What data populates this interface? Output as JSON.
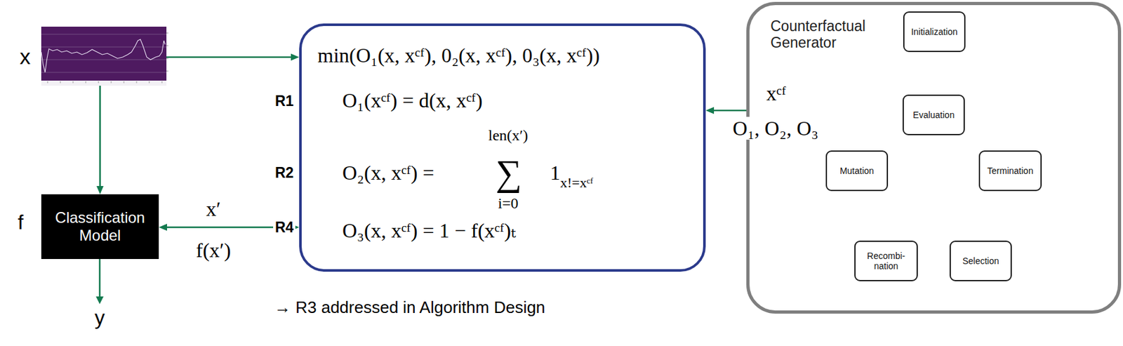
{
  "diagram": {
    "nodes": [
      {
        "text": [
          "x"
        ]
      },
      {
        "text": [
          "f",
          "Classification Model"
        ]
      },
      {
        "text": [
          "min(O₁(x, xᶜᶠ), 0₂(x, xᶜᶠ), 0₃(x, xᶜᶠ))",
          "O₁(xᶜᶠ) = d(x, xᶜᶠ)",
          "O₂(x, xᶜᶠ) =",
          "len(x′)",
          "∑",
          "i=0",
          "1",
          "x!=xᶜᶠ",
          "O₃(x, xᶜᶠ) = 1 − f(xᶜᶠ)ₜ"
        ]
      },
      {
        "text": [
          "Counterfactual Generator"
        ]
      },
      {
        "text": [
          "Initialization"
        ],
        "in": 3
      },
      {
        "text": [
          "Evaluation"
        ],
        "in": 3
      },
      {
        "text": [
          "Mutation"
        ],
        "in": 3
      },
      {
        "text": [
          "Termination"
        ],
        "in": 3
      },
      {
        "text": [
          "Recombi- nation"
        ],
        "in": 3
      },
      {
        "text": [
          "Selection"
        ],
        "in": 3
      }
    ],
    "edges": [
      {
        "from": 0,
        "to": 1,
        "arrow": "to"
      },
      {
        "from": 0,
        "to": 2,
        "arrow": "to"
      },
      {
        "from": 1,
        "to": 2,
        "label": "x′",
        "arrow": "both"
      },
      {
        "from": 2,
        "to": 5,
        "label": "xᶜᶠ",
        "arrow": "both"
      },
      {
        "from": 4,
        "to": 5,
        "arrow": "to"
      },
      {
        "from": 5,
        "to": 7,
        "arrow": "to"
      },
      {
        "from": 7,
        "to": 9,
        "arrow": "to"
      },
      {
        "from": 9,
        "to": 8,
        "arrow": "to"
      },
      {
        "from": 8,
        "to": 6,
        "arrow": "to"
      },
      {
        "from": 6,
        "to": 5,
        "arrow": "to"
      }
    ],
    "labels": [
      "R1",
      "R2",
      "R4",
      "→ R3 addressed in Algorithm Design",
      "f(x′)",
      "O₁, O₂, O₃",
      "y"
    ]
  }
}
